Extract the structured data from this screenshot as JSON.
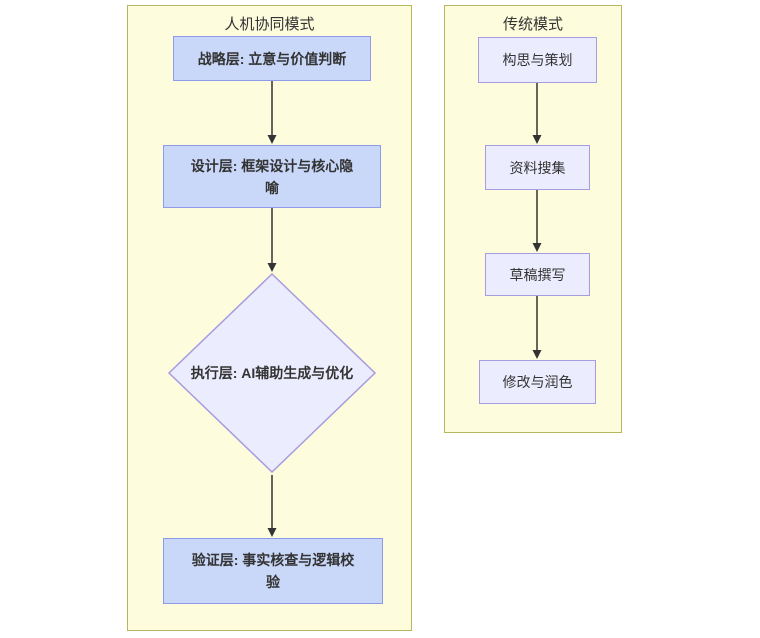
{
  "diagram": {
    "type": "flowchart-top-down",
    "clusters": [
      {
        "title": "人机协同模式",
        "nodes": [
          {
            "id": "strategy",
            "label": "战略层: 立意与价值判断",
            "shape": "rect",
            "emphasis": "bold"
          },
          {
            "id": "design",
            "label": "设计层: 框架设计与核心隐喻",
            "shape": "rect",
            "emphasis": "bold"
          },
          {
            "id": "execute",
            "label": "执行层: AI辅助生成与优化",
            "shape": "diamond",
            "emphasis": "bold"
          },
          {
            "id": "verify",
            "label": "验证层: 事实核查与逻辑校验",
            "shape": "rect",
            "emphasis": "bold"
          }
        ],
        "edges": [
          [
            "strategy",
            "design"
          ],
          [
            "design",
            "execute"
          ],
          [
            "execute",
            "verify"
          ]
        ]
      },
      {
        "title": "传统模式",
        "nodes": [
          {
            "id": "idea",
            "label": "构思与策划",
            "shape": "rect",
            "emphasis": "normal"
          },
          {
            "id": "collect",
            "label": "资料搜集",
            "shape": "rect",
            "emphasis": "normal"
          },
          {
            "id": "draft",
            "label": "草稿撰写",
            "shape": "rect",
            "emphasis": "normal"
          },
          {
            "id": "polish",
            "label": "修改与润色",
            "shape": "rect",
            "emphasis": "normal"
          }
        ],
        "edges": [
          [
            "idea",
            "collect"
          ],
          [
            "collect",
            "draft"
          ],
          [
            "draft",
            "polish"
          ]
        ]
      }
    ],
    "colors": {
      "cluster_fill": "#fdfcdc",
      "cluster_border": "#b6b65f",
      "strong_node_fill": "#c9d7f9",
      "strong_node_border": "#8f9bea",
      "plain_node_fill": "#ececff",
      "plain_node_border": "#a79ce0",
      "text": "#333333",
      "arrow": "#333333"
    }
  }
}
